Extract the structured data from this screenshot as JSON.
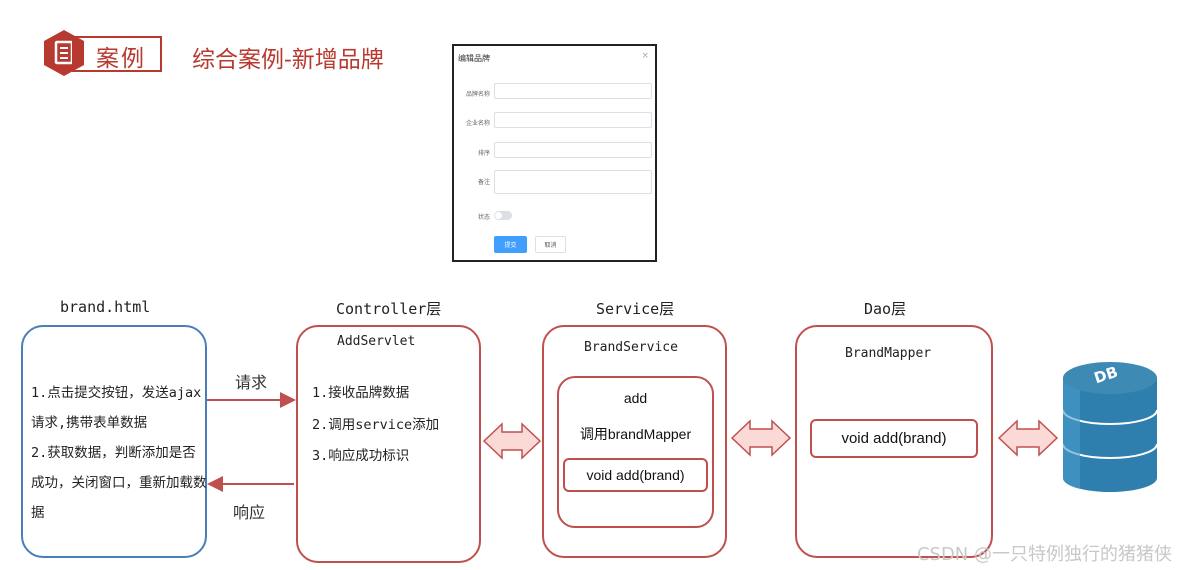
{
  "header": {
    "badge": "案例",
    "title": "综合案例-新增品牌"
  },
  "dialog": {
    "title": "编辑品牌",
    "close": "×",
    "fields": [
      "品牌名称",
      "企业名称",
      "排序",
      "备注"
    ],
    "status_label": "状态",
    "submit": "提交",
    "cancel": "取消"
  },
  "layers": {
    "frontend": {
      "title": "brand.html",
      "steps": [
        "1.点击提交按钮，发送ajax请求,携带表单数据",
        "2.获取数据，判断添加是否成功，关闭窗口，重新加载数据"
      ]
    },
    "controller": {
      "title": "Controller层",
      "name": "AddServlet",
      "steps": [
        "1.接收品牌数据",
        "2.调用service添加",
        "3.响应成功标识"
      ]
    },
    "service": {
      "title": "Service层",
      "name": "BrandService",
      "method": "add",
      "call": "调用brandMapper",
      "signature": "void add(brand)"
    },
    "dao": {
      "title": "Dao层",
      "name": "BrandMapper",
      "signature": "void add(brand)"
    },
    "db_label": "DB"
  },
  "edges": {
    "request": "请求",
    "response": "响应"
  },
  "watermark": "CSDN @一只特例独行的猪猪侠",
  "colors": {
    "accent_red": "#c0504d",
    "badge_red": "#b8392f",
    "blue_border": "#4a7ebb",
    "db_blue": "#3d8ab5",
    "arrow_fill": "#fbd9d6"
  }
}
